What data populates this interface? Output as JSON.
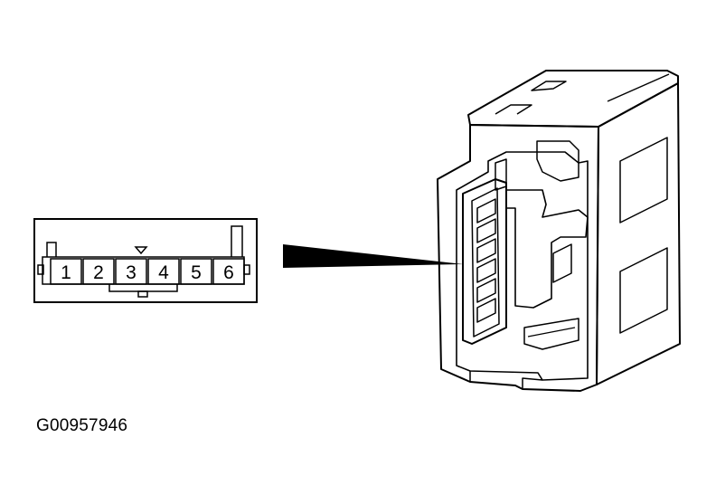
{
  "diagram": {
    "figure_id": "G00957946",
    "connector_face": {
      "pins": [
        {
          "label": "1"
        },
        {
          "label": "2"
        },
        {
          "label": "3"
        },
        {
          "label": "4"
        },
        {
          "label": "5"
        },
        {
          "label": "6"
        }
      ]
    }
  }
}
